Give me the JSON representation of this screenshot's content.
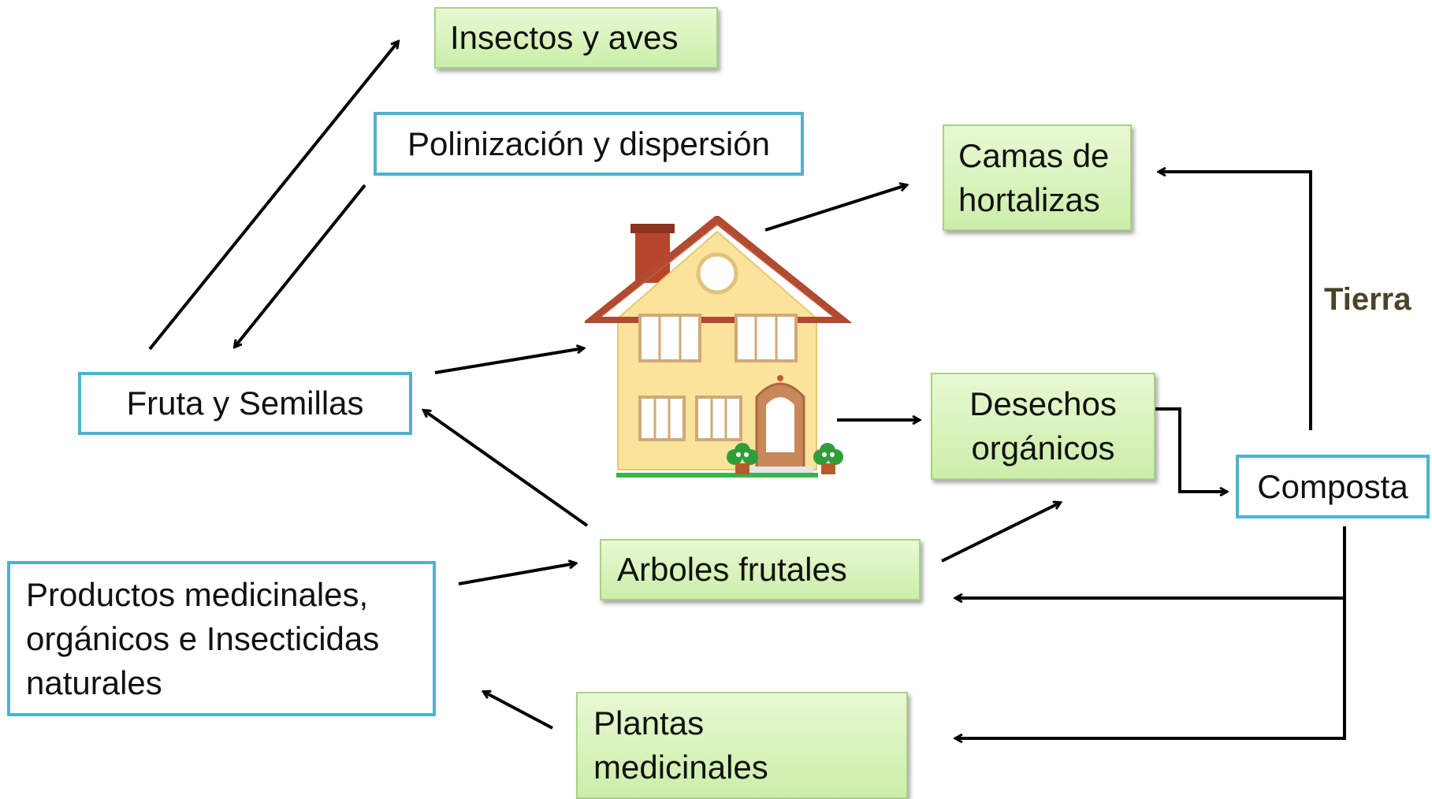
{
  "nodes": {
    "insectos": "Insectos y aves",
    "polinizacion": "Polinización y dispersión",
    "camas_line1": "Camas de",
    "camas_line2": "hortalizas",
    "fruta": "Fruta y Semillas",
    "desechos_line1": "Desechos",
    "desechos_line2": "orgánicos",
    "composta": "Composta",
    "arboles": "Arboles frutales",
    "productos_line1": "Productos medicinales,",
    "productos_line2": "orgánicos e Insecticidas",
    "productos_line3": "naturales",
    "plantas_line1": "Plantas",
    "plantas_line2": "medicinales"
  },
  "edge_labels": {
    "tierra": "Tierra"
  },
  "icons": {
    "house": "house-icon"
  },
  "colors": {
    "green_box_fill": "#d6f2b9",
    "green_box_border": "#a9d184",
    "blue_box_border": "#4db3cf",
    "arrow": "#000000",
    "tierra_text": "#4a4328"
  }
}
